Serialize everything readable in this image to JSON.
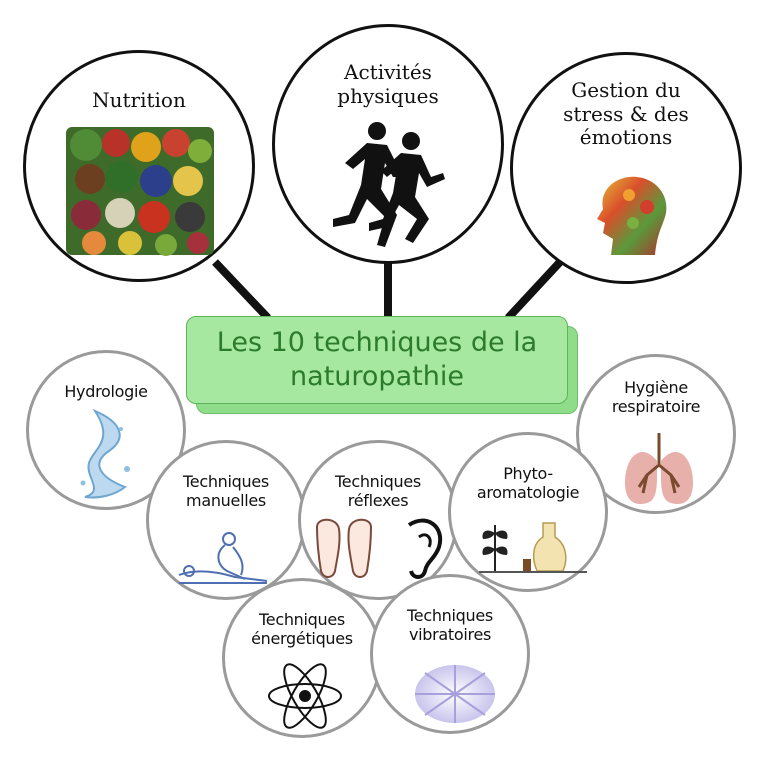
{
  "title": "Les 10 techniques de la naturopathie",
  "colors": {
    "title_fill": "#a6e8a0",
    "title_text": "#2c7a2b",
    "main_circle_border": "#111111",
    "secondary_circle_border": "#9a9a9a"
  },
  "main_techniques": [
    {
      "label": "Nutrition",
      "icon": "fruits-vegetables-image"
    },
    {
      "label": "Activités\nphysiques",
      "icon": "runners-silhouette"
    },
    {
      "label": "Gestion du\nstress & des\némotions",
      "icon": "colorful-head-image"
    }
  ],
  "secondary_techniques": [
    {
      "label": "Hydrologie",
      "icon": "water-splash-image"
    },
    {
      "label": "Hygiène\nrespiratoire",
      "icon": "lungs-icon"
    },
    {
      "label": "Techniques\nmanuelles",
      "icon": "massage-icon"
    },
    {
      "label": "Techniques\nréflexes",
      "icon": "feet-ear-icon"
    },
    {
      "label": "Phyto-\naromatologie",
      "icon": "plant-oil-icon"
    },
    {
      "label": "Techniques\nénergétiques",
      "icon": "atom-icon"
    },
    {
      "label": "Techniques\nvibratoires",
      "icon": "vibration-swirl-icon"
    }
  ]
}
